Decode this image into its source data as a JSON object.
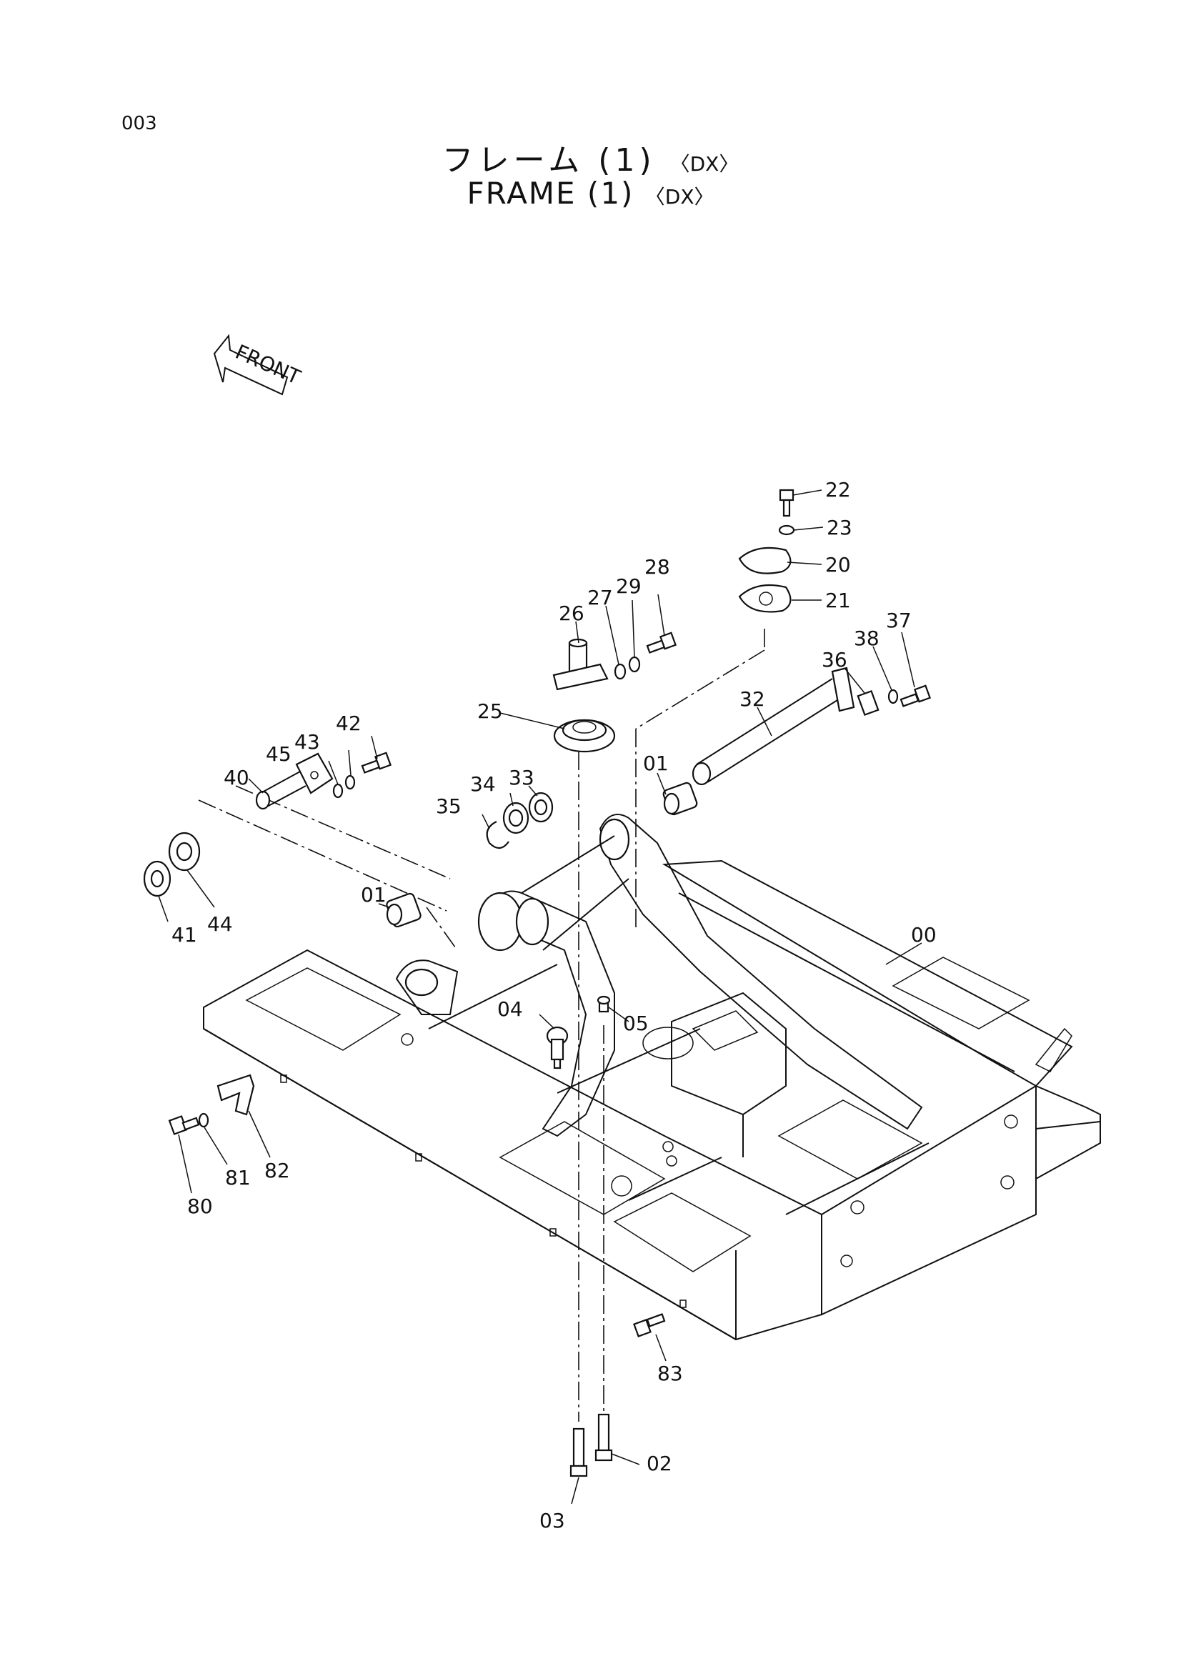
{
  "header": {
    "page_number": "003",
    "title_jp_main": "フレーム (1)",
    "title_jp_suffix": "〈DX〉",
    "title_en_main": "FRAME  (1)",
    "title_en_suffix": "〈DX〉"
  },
  "front_arrow": {
    "label": "FRONT"
  },
  "callouts": {
    "c22": "22",
    "c23": "23",
    "c20": "20",
    "c21": "21",
    "c28": "28",
    "c29": "29",
    "c27": "27",
    "c26": "26",
    "c37": "37",
    "c38": "38",
    "c36": "36",
    "c32": "32",
    "c25": "25",
    "c01a": "01",
    "c01b": "01",
    "c42": "42",
    "c43": "43",
    "c45": "45",
    "c40": "40",
    "c33": "33",
    "c34": "34",
    "c35": "35",
    "c41": "41",
    "c44": "44",
    "c00": "00",
    "c04": "04",
    "c05": "05",
    "c82": "82",
    "c81": "81",
    "c80": "80",
    "c83": "83",
    "c02": "02",
    "c03": "03"
  }
}
